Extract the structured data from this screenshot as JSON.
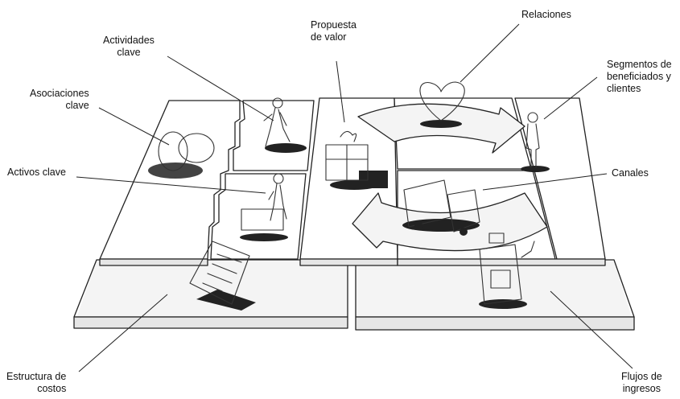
{
  "labels": {
    "actividades": [
      "Actividades",
      "clave"
    ],
    "propuesta": [
      "Propuesta",
      "de valor"
    ],
    "relaciones": [
      "Relaciones"
    ],
    "segmentos": [
      "Segmentos de",
      "beneficiados y",
      "clientes"
    ],
    "asociaciones": [
      "Asociaciones",
      "clave"
    ],
    "activos": [
      "Activos clave"
    ],
    "canales": [
      "Canales"
    ],
    "estructura": [
      "Estructura de",
      "costos"
    ],
    "flujos": [
      "Flujos de",
      "ingresos"
    ]
  },
  "icons": [
    "rings-icon",
    "worker-icon",
    "pallet-icon",
    "gift-box-icon",
    "heart-icon",
    "person-icon",
    "truck-icon",
    "cash-register-icon",
    "document-icon"
  ]
}
